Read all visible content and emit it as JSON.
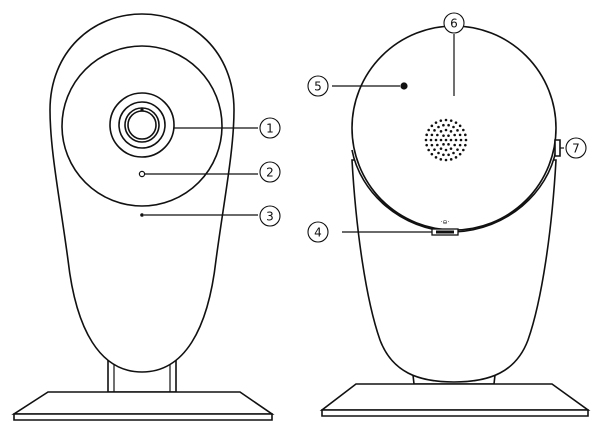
{
  "callouts": [
    {
      "id": "1",
      "label": "①"
    },
    {
      "id": "2",
      "label": "②"
    },
    {
      "id": "3",
      "label": "③"
    },
    {
      "id": "4",
      "label": "④"
    },
    {
      "id": "5",
      "label": "⑤"
    },
    {
      "id": "6",
      "label": "⑥"
    },
    {
      "id": "7",
      "label": "⑦"
    }
  ],
  "views": {
    "front": {
      "name": "front-view"
    },
    "back": {
      "name": "back-view"
    }
  }
}
